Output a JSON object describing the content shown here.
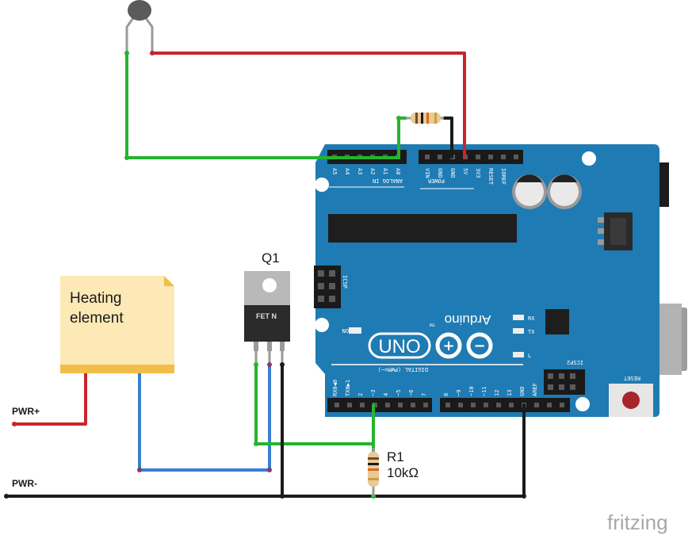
{
  "labels": {
    "q1": "Q1",
    "fet": "FET N",
    "heating_line1": "Heating",
    "heating_line2": "element",
    "r1": "R1",
    "r1_value": "10kΩ",
    "pwr_plus": "PWR+",
    "pwr_minus": "PWR-",
    "fritzing": "fritzing"
  },
  "arduino": {
    "brand": "Arduino",
    "tm": "TM",
    "model": "UNO",
    "on": "ON",
    "rx": "RX",
    "tx": "TX",
    "l": "L",
    "icsp": "ICSP",
    "icsp2": "ICSP2",
    "reset": "RESET",
    "analog_in": "ANALOG IN",
    "power": "POWER",
    "digital": "DIGITAL (PWM=~)",
    "analog_pins": [
      "A5",
      "A4",
      "A3",
      "A2",
      "A1",
      "A0"
    ],
    "power_pins": [
      "VIN",
      "GND",
      "GND",
      "5V",
      "3V3",
      "RESET",
      "IOREF"
    ],
    "digital_pins_low": [
      "RX0◀0",
      "TX0▶1",
      "2",
      "~3",
      "4",
      "~5",
      "~6",
      "7"
    ],
    "digital_pins_high": [
      "8",
      "~9",
      "~10",
      "~11",
      "12",
      "13",
      "GND",
      "AREF"
    ]
  },
  "colors": {
    "board": "#1f7bb3",
    "wire_red": "#c8262b",
    "wire_green": "#24b52e",
    "wire_blue": "#3a7fd0",
    "wire_black": "#1b1b1b",
    "note": "#fde9b5",
    "note_bar": "#f2bd48"
  }
}
